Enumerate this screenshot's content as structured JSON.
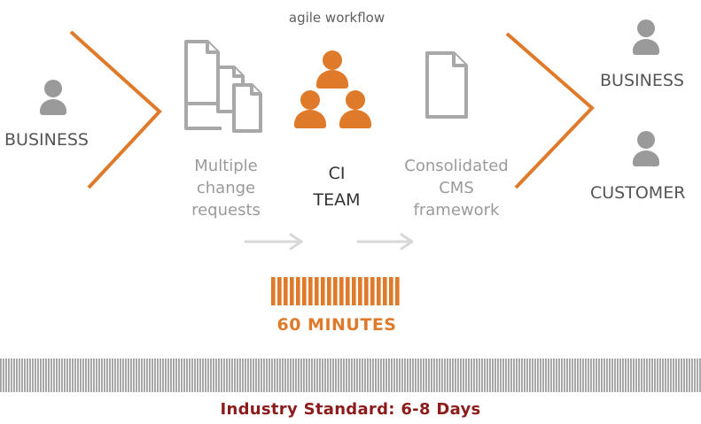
{
  "title": "agile workflow",
  "left": {
    "label": "BUSINESS"
  },
  "right": {
    "top_label": "BUSINESS",
    "bottom_label": "CUSTOMER"
  },
  "steps": {
    "requests_label": "Multiple\nchange\nrequests",
    "team_label": "CI\nTEAM",
    "cms_label": "Consolidated\nCMS\nframework"
  },
  "agile_time": {
    "label": "60 MINUTES"
  },
  "industry": {
    "label": "Industry Standard: 6-8 Days"
  },
  "colors": {
    "accent": "#e07a2b",
    "industry": "#8c1c1c",
    "person_gray": "#9a9a9a",
    "doc_gray": "#a8a8a8",
    "arrow_gray": "#d8d8d8"
  },
  "icons": {
    "person": "person-icon",
    "documents": "documents-icon",
    "document": "document-icon",
    "team": "team-icon",
    "arrow": "arrow-right-icon",
    "chevron": "chevron-right-icon"
  }
}
